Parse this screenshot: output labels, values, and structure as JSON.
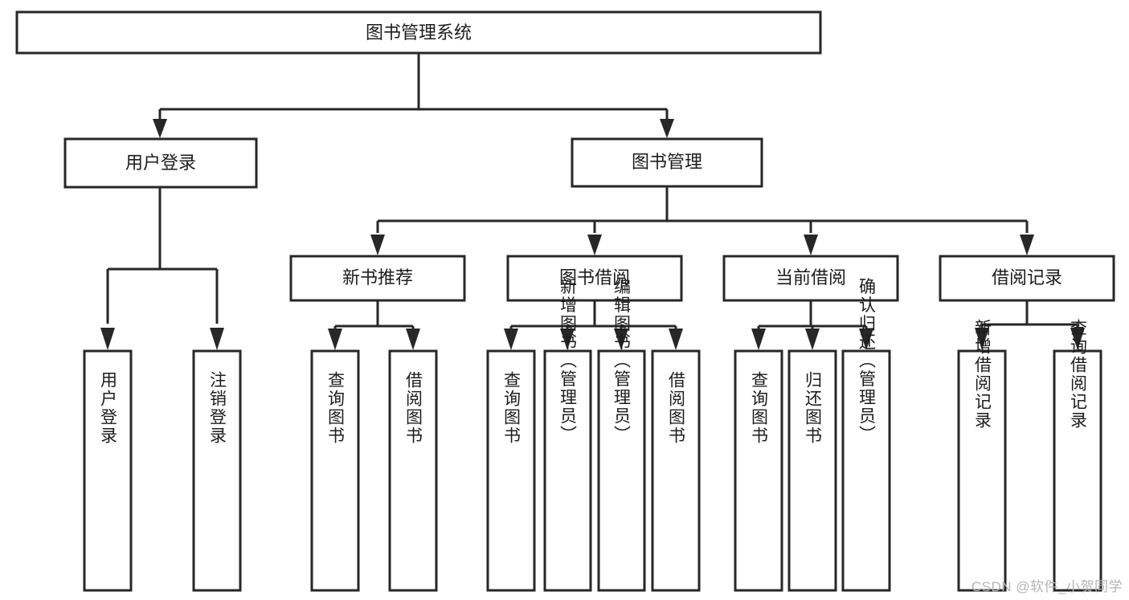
{
  "diagram": {
    "type": "hierarchy-tree",
    "title": "图书管理系统",
    "watermark": "CSDN @软件_小贺同学",
    "colors": {
      "box_fill": "#ffffff",
      "box_stroke": "#272727",
      "text": "#1c1c1c",
      "background": "#ffffff",
      "watermark": "#b4b4b4"
    },
    "root": {
      "label": "图书管理系统",
      "level": 0
    },
    "level1": [
      {
        "id": "user-login",
        "label": "用户登录"
      },
      {
        "id": "book-manage",
        "label": "图书管理"
      }
    ],
    "level2": [
      {
        "id": "new-book-recommend",
        "label": "新书推荐",
        "parent": "book-manage"
      },
      {
        "id": "book-borrow",
        "label": "图书借阅",
        "parent": "book-manage"
      },
      {
        "id": "current-borrow",
        "label": "当前借阅",
        "parent": "book-manage"
      },
      {
        "id": "borrow-record",
        "label": "借阅记录",
        "parent": "book-manage"
      }
    ],
    "leaves": [
      {
        "id": "leaf-user-login",
        "label": "用户登录",
        "parent": "user-login"
      },
      {
        "id": "leaf-user-logout",
        "label": "注销登录",
        "parent": "user-login"
      },
      {
        "id": "leaf-query-book-1",
        "label": "查询图书",
        "parent": "new-book-recommend"
      },
      {
        "id": "leaf-borrow-book-1",
        "label": "借阅图书",
        "parent": "new-book-recommend"
      },
      {
        "id": "leaf-query-book-2",
        "label": "查询图书",
        "parent": "book-borrow"
      },
      {
        "id": "leaf-add-book",
        "label": "新增图书（管理员）",
        "parent": "book-borrow"
      },
      {
        "id": "leaf-edit-book",
        "label": "编辑图书（管理员）",
        "parent": "book-borrow"
      },
      {
        "id": "leaf-borrow-book-2",
        "label": "借阅图书",
        "parent": "book-borrow"
      },
      {
        "id": "leaf-query-book-3",
        "label": "查询图书",
        "parent": "current-borrow"
      },
      {
        "id": "leaf-return-book",
        "label": "归还图书",
        "parent": "current-borrow"
      },
      {
        "id": "leaf-confirm-return",
        "label": "确认归还（管理员）",
        "parent": "current-borrow"
      },
      {
        "id": "leaf-add-record",
        "label": "新增借阅记录",
        "parent": "borrow-record"
      },
      {
        "id": "leaf-query-record",
        "label": "查询借阅记录",
        "parent": "borrow-record"
      }
    ]
  }
}
